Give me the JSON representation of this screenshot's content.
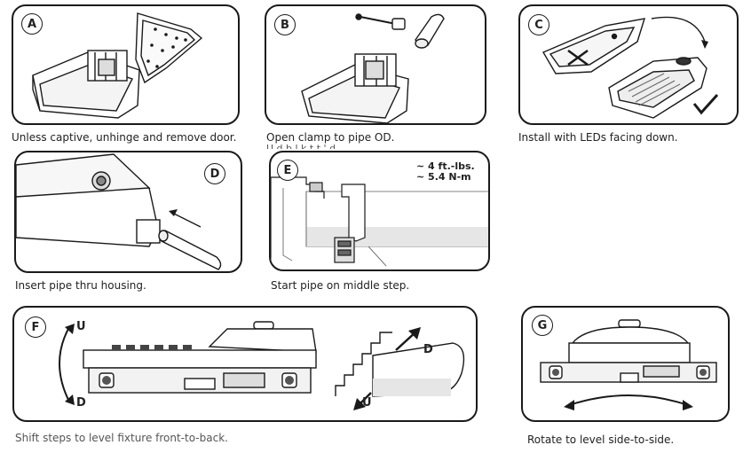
{
  "steps": [
    {
      "badge": "A",
      "caption": "Unless captive, unhinge and remove door."
    },
    {
      "badge": "B",
      "caption": "Open clamp to pipe OD.",
      "caption_overflow": "U   d  b  l       k  t  t  ' d"
    },
    {
      "badge": "C",
      "caption": "Install with LEDs facing down."
    },
    {
      "badge": "D",
      "caption": "Insert pipe thru housing."
    },
    {
      "badge": "E",
      "caption": "Start pipe on middle step.",
      "torque_lines": [
        "~ 4 ft.-lbs.",
        "~ 5.4 N-m"
      ]
    },
    {
      "badge": "F",
      "caption": "Shift steps to level fixture front-to-back.",
      "direction_up": "U",
      "direction_down": "D"
    },
    {
      "badge": "G",
      "caption": "Rotate to level side-to-side."
    }
  ]
}
